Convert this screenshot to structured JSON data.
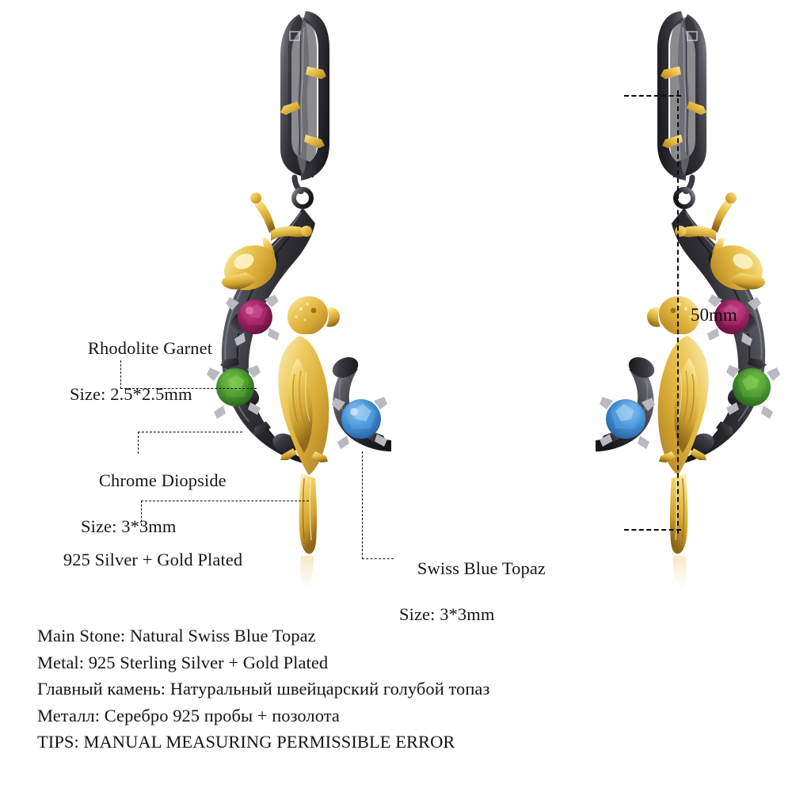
{
  "product": {
    "type": "earrings-pair",
    "motif": "bird-on-branch",
    "colors": {
      "gold": "#E8C34A",
      "gold_dark": "#B8892A",
      "gold_light": "#F7E49B",
      "gunmetal": "#4A4A50",
      "gunmetal_dark": "#26262B",
      "gunmetal_light": "#8E8E96",
      "garnet": "#8E1F55",
      "garnet_light": "#C43C83",
      "diopside": "#3F8A2A",
      "diopside_light": "#79C84A",
      "topaz": "#3E8FD8",
      "topaz_light": "#8FC6F0",
      "leader": "#111111"
    }
  },
  "callouts": [
    {
      "id": "rhodolite-garnet",
      "line1": "Rhodolite Garnet",
      "line2": "Size: 2.5*2.5mm"
    },
    {
      "id": "chrome-diopside",
      "line1": "Chrome Diopside",
      "line2": "Size: 3*3mm"
    },
    {
      "id": "metal",
      "line1": "925 Silver + Gold Plated",
      "line2": ""
    },
    {
      "id": "swiss-blue-topaz",
      "line1": "Swiss Blue Topaz",
      "line2": "Size: 3*3mm"
    }
  ],
  "dimension": {
    "label": "50mm",
    "axis": "vertical"
  },
  "specs": [
    "Main Stone: Natural Swiss Blue Topaz",
    "Metal: 925 Sterling Silver + Gold Plated",
    "Главный камень: Натуральный швейцарский голубой топаз",
    "Металл: Серебро 925 пробы + позолота",
    "TIPS: MANUAL MEASURING PERMISSIBLE ERROR"
  ]
}
